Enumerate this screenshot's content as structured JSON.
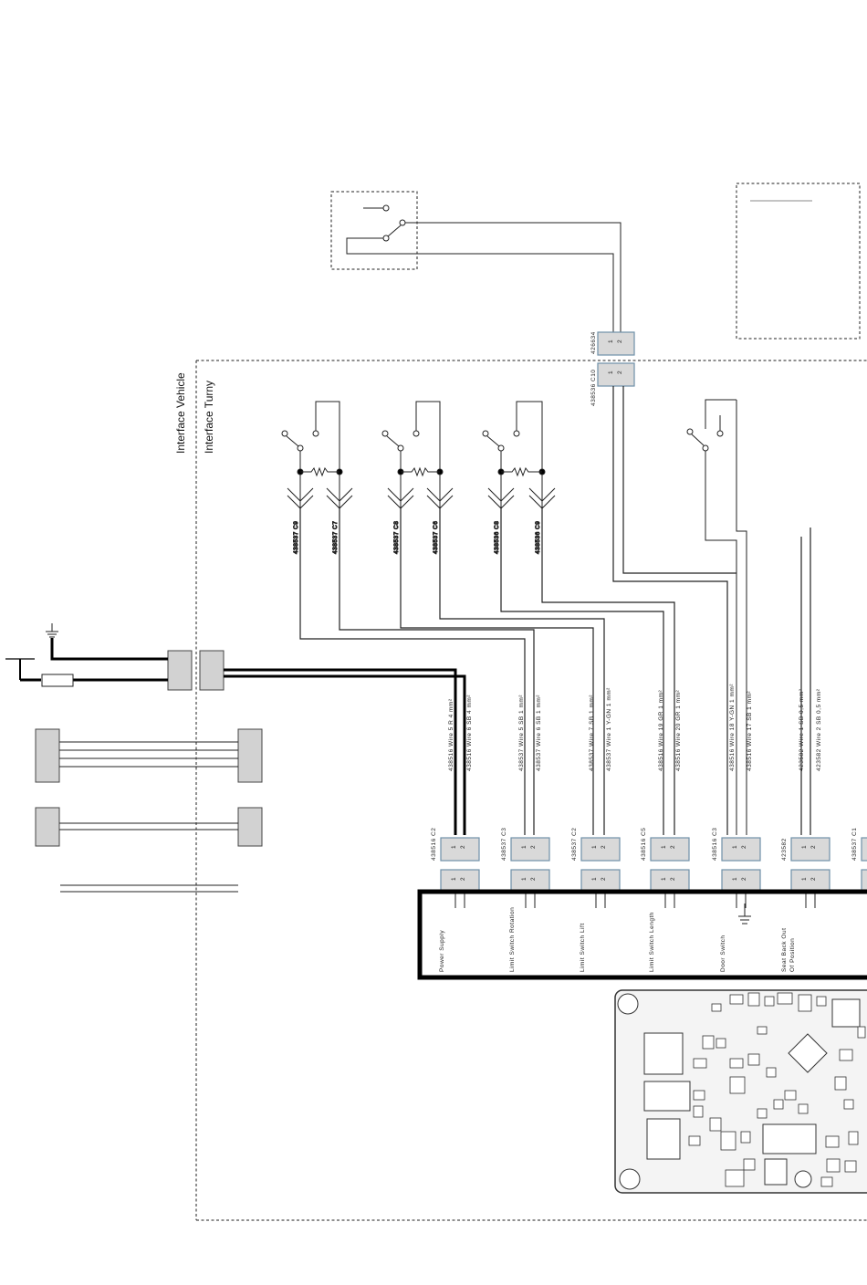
{
  "interfaces": {
    "vehicle": "Interface Vehicle",
    "turny": "Interface Turny"
  },
  "top_connectors": [
    {
      "id": "upper",
      "label": "426634",
      "pins": [
        "1",
        "2"
      ]
    },
    {
      "id": "lower",
      "label": "438536 C10",
      "pins": [
        "1",
        "2"
      ]
    }
  ],
  "switch_cable_labels": [
    "438537 C9",
    "438537 C7",
    "438537 C8",
    "438537 C6",
    "438536 C8",
    "438536 C9"
  ],
  "wire_labels": [
    "438516 Wire 5 R 4 mm²",
    "438516 Wire 6 SB 4 mm²",
    "438537 Wire 5 SB 1 mm²",
    "438537 Wire 6 SB 1 mm²",
    "438537 Wire 7 SB 1 mm²",
    "438537 Wire 1 Y-GN 1 mm²",
    "438516 Wire 19 GR 1 mm²",
    "438516 Wire 20 GR 1 mm²",
    "438516 Wire 18 Y-GN 1 mm²",
    "438516 Wire 17 SB 1 mm²",
    "423582 Wire 1 SB 0,5 mm²",
    "423582 Wire 2 SB 0,5 mm²"
  ],
  "bottom_connectors": [
    {
      "label": "438516 C2",
      "function": "Power Supply"
    },
    {
      "label": "438537 C3",
      "function": "Limit Switch Rotation"
    },
    {
      "label": "438537 C2",
      "function": "Limit Switch Lift"
    },
    {
      "label": "438516 C5",
      "function": "Limit Switch Length"
    },
    {
      "label": "438516 C3",
      "function": "Door Switch"
    },
    {
      "label": "423582",
      "function": "Seat Back Out Of Position"
    },
    {
      "label": "438537 C1",
      "function": ""
    }
  ],
  "pins": [
    "1",
    "2"
  ],
  "icons": [
    "ground-icon",
    "fuse-icon",
    "battery-icon",
    "resistor-icon",
    "switch-icon",
    "pcb-image"
  ]
}
